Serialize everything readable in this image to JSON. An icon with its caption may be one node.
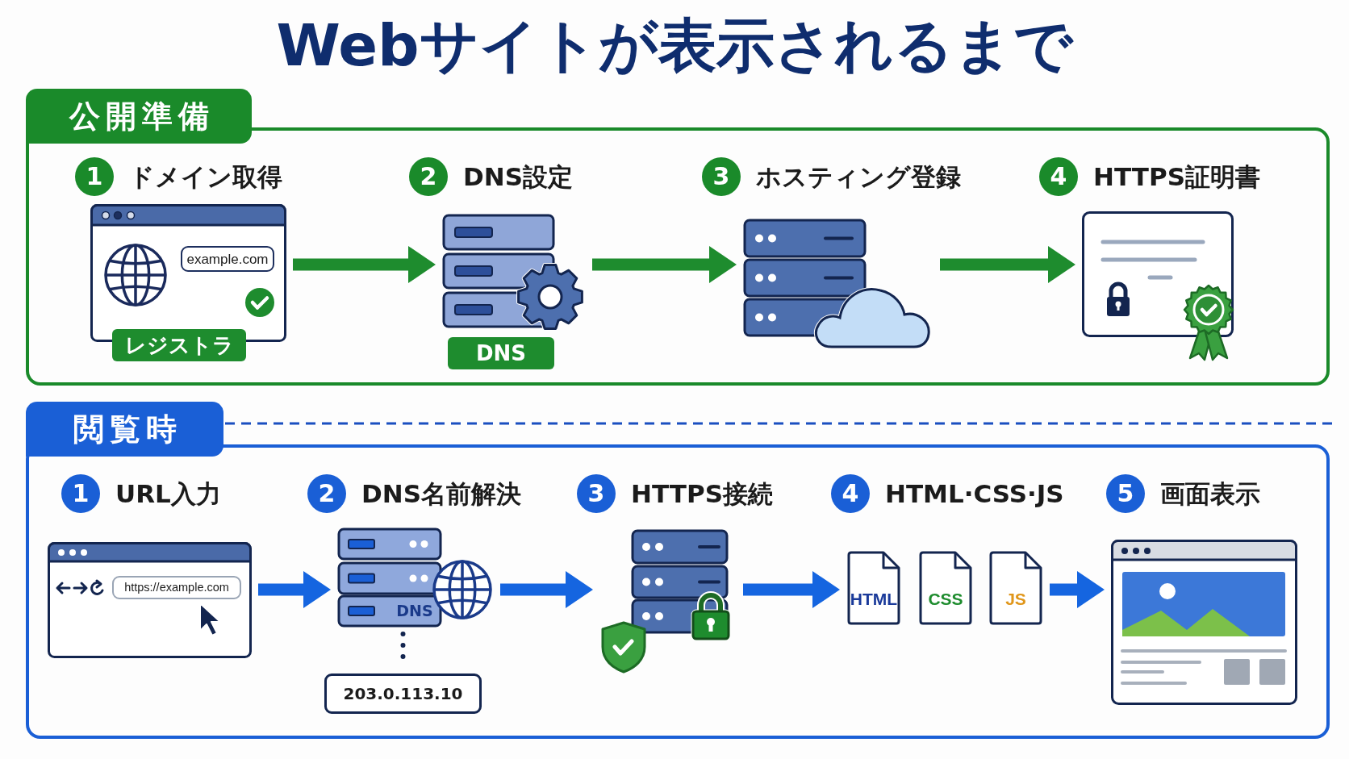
{
  "diagram": {
    "title": "Webサイトが表示されるまで",
    "nodes": [
      {
        "text": [
          "公開準備"
        ]
      },
      {
        "text": [
          "1"
        ],
        "beside": [
          "ドメイン取得"
        ],
        "in": 0
      },
      {
        "text": [],
        "shape": "picture",
        "in": 0
      },
      {
        "text": [
          "example.com"
        ],
        "in": 2
      },
      {
        "text": [
          "レジストラ"
        ],
        "in": 0
      },
      {
        "text": [
          "2"
        ],
        "beside": [
          "DNS設定"
        ],
        "in": 0
      },
      {
        "text": [],
        "shape": "picture",
        "in": 0
      },
      {
        "text": [
          "DNS"
        ],
        "in": 0
      },
      {
        "text": [
          "3"
        ],
        "beside": [
          "ホスティング登録"
        ],
        "in": 0
      },
      {
        "text": [],
        "shape": "picture",
        "in": 0
      },
      {
        "text": [
          "4"
        ],
        "beside": [
          "HTTPS証明書"
        ],
        "in": 0
      },
      {
        "text": [],
        "shape": "picture",
        "in": 0
      },
      {
        "text": [
          "閲覧時"
        ]
      },
      {
        "text": [
          "1"
        ],
        "beside": [
          "URL入力"
        ],
        "in": 12
      },
      {
        "text": [],
        "shape": "picture",
        "in": 12
      },
      {
        "text": [
          "https://example.com"
        ],
        "in": 14
      },
      {
        "text": [
          "2"
        ],
        "beside": [
          "DNS名前解決"
        ],
        "in": 12
      },
      {
        "text": [
          "DNS"
        ],
        "in": 12
      },
      {
        "text": [
          "203.0.113.10"
        ],
        "in": 12
      },
      {
        "text": [
          "3"
        ],
        "beside": [
          "HTTPS接続"
        ],
        "in": 12
      },
      {
        "text": [],
        "shape": "picture",
        "in": 12
      },
      {
        "text": [
          "4"
        ],
        "beside": [
          "HTML·CSS·JS"
        ],
        "in": 12
      },
      {
        "text": [
          "HTML"
        ],
        "in": 12
      },
      {
        "text": [
          "CSS"
        ],
        "in": 12
      },
      {
        "text": [
          "JS"
        ],
        "in": 12
      },
      {
        "text": [
          "5"
        ],
        "beside": [
          "画面表示"
        ],
        "in": 12
      },
      {
        "text": [],
        "shape": "picture",
        "in": 12
      }
    ],
    "edges": [
      {
        "from": 2,
        "to": 6,
        "arrow": "to",
        "color": "#1e8c2e"
      },
      {
        "from": 6,
        "to": 9,
        "arrow": "to",
        "color": "#1e8c2e"
      },
      {
        "from": 9,
        "to": 11,
        "arrow": "to",
        "color": "#1e8c2e"
      },
      {
        "from": 14,
        "to": 17,
        "arrow": "to"
      },
      {
        "from": 17,
        "to": 18,
        "arrow": "none",
        "style": "dashed",
        "color": "#13254f"
      },
      {
        "from": 17,
        "to": 20,
        "arrow": "to"
      },
      {
        "from": 20,
        "to": 22,
        "arrow": "to"
      },
      {
        "from": 24,
        "to": 26,
        "arrow": "to"
      }
    ]
  }
}
